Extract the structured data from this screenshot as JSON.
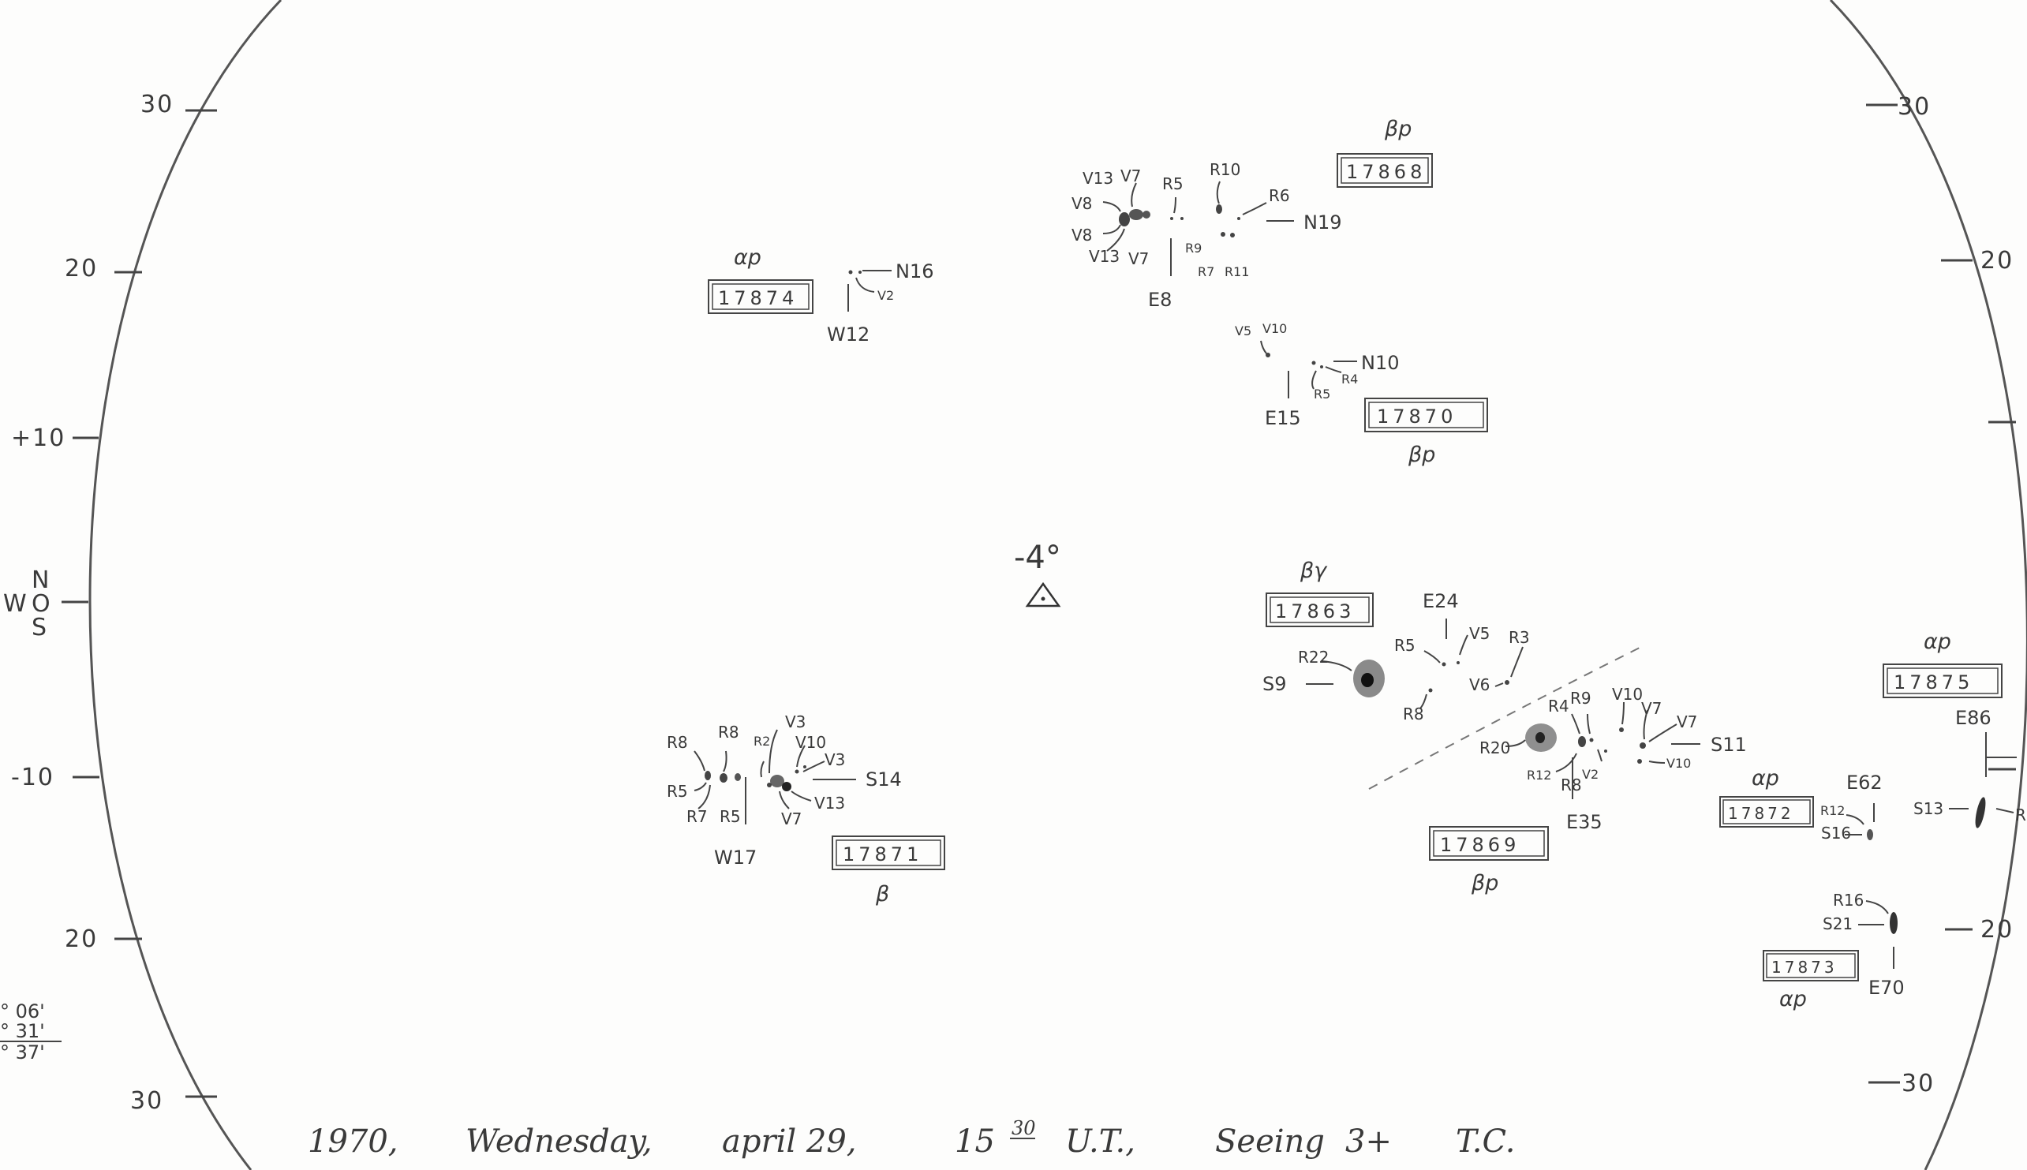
{
  "grid": {
    "left_ticks": [
      "30",
      "20",
      "+10",
      "N",
      "O",
      "W",
      "S",
      "-10",
      "20",
      "30"
    ],
    "right_ticks": [
      "30",
      "20",
      "20",
      "30"
    ]
  },
  "left_notes": [
    "° 06'",
    "° 31'",
    "° 37'"
  ],
  "center": {
    "label": "-4°"
  },
  "regions": [
    {
      "number": "17868",
      "class": "βp",
      "labels": [
        "V13",
        "V7",
        "R5",
        "R10",
        "V8",
        "R6",
        "N19",
        "V8",
        "V13",
        "V7",
        "R9",
        "R7",
        "R11",
        "E8"
      ]
    },
    {
      "number": "17874",
      "class": "αp",
      "labels": [
        "N16",
        "V2",
        "W12"
      ]
    },
    {
      "number": "17870",
      "class": "βp",
      "labels": [
        "V5",
        "V10",
        "N10",
        "R4",
        "R5",
        "E15"
      ]
    },
    {
      "number": "17863",
      "class": "βγ",
      "labels": [
        "E24",
        "V5",
        "R5",
        "R3",
        "R22",
        "S9",
        "V6",
        "R8"
      ]
    },
    {
      "number": "17869",
      "class": "βp",
      "labels": [
        "R4",
        "R9",
        "V10",
        "V7",
        "V7",
        "R20",
        "S11",
        "R12",
        "R8",
        "V2",
        "V10",
        "E35"
      ]
    },
    {
      "number": "17871",
      "class": "β",
      "labels": [
        "R8",
        "R8",
        "R2",
        "V3",
        "V10",
        "V3",
        "R5",
        "S14",
        "V13",
        "R7",
        "R5",
        "V7",
        "W17"
      ]
    },
    {
      "number": "17875",
      "class": "αp",
      "labels": [
        "E86",
        "S13",
        "R"
      ]
    },
    {
      "number": "17872",
      "class": "αp",
      "labels": [
        "E62",
        "R12",
        "S16"
      ]
    },
    {
      "number": "17873",
      "class": "αp",
      "labels": [
        "R16",
        "S21",
        "E70"
      ]
    }
  ],
  "caption": {
    "year": "1970,",
    "weekday": "Wednesday,",
    "date": "april 29,",
    "time_hour": "15",
    "time_minute": "30",
    "ut": "U.T.,",
    "seeing_word": "Seeing",
    "seeing_value": "3+",
    "initials": "T.C."
  }
}
